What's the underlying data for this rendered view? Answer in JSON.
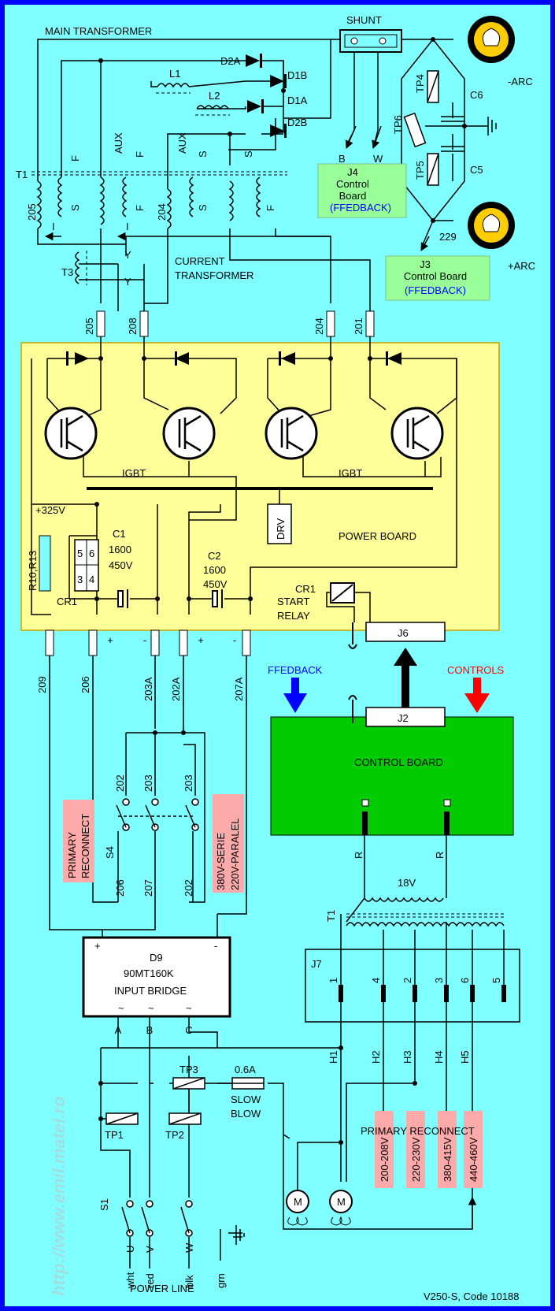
{
  "labels": {
    "main_transformer": "MAIN TRANSFORMER",
    "shunt": "SHUNT",
    "arc_minus": "-ARC",
    "arc_plus": "+ARC",
    "d2a": "D2A",
    "d1b": "D1B",
    "d1a": "D1A",
    "d2b": "D2B",
    "l1": "L1",
    "l2": "L2",
    "aux": "AUX",
    "f": "F",
    "s": "S",
    "t1": "T1",
    "w205": "205",
    "w204": "204",
    "w208": "208",
    "w201": "201",
    "w209": "209",
    "w206": "206",
    "w203a": "203A",
    "w202a": "202A",
    "w207a": "207A",
    "w229": "229",
    "i": "I",
    "y": "Y",
    "t3": "T3",
    "current_transformer_1": "CURRENT",
    "current_transformer_2": "TRANSFORMER",
    "tp4": "TP4",
    "tp5": "TP5",
    "tp6": "TP6",
    "c5": "C5",
    "c6": "C6",
    "b": "B",
    "w": "W",
    "j4": "J4",
    "j3": "J3",
    "control": "Control",
    "board": "Board",
    "control_board_j3": "Control Board",
    "ffedback_paren": "(FFEDBACK)",
    "igbt": "IGBT",
    "drv": "DRV",
    "power_board": "POWER BOARD",
    "plus325": "+325V",
    "r10r13": "R10,R13",
    "cr1": "CR1",
    "c1": "C1",
    "c2": "C2",
    "cap_uf": "1600",
    "cap_v": "450V",
    "relay_pins": [
      "5",
      "6",
      "3",
      "4"
    ],
    "cr1_start": "CR1",
    "start": "START",
    "relay": "RELAY",
    "j6": "J6",
    "j2": "J2",
    "ffedback": "FFEDBACK",
    "controls": "CONTROLS",
    "control_board": "CONTROL BOARD",
    "plus": "+",
    "minus": "-",
    "s4": "S4",
    "sw_top": [
      "202",
      "203",
      "203"
    ],
    "sw_bottom": [
      "206",
      "207",
      "202"
    ],
    "primary_reconnect_1": "PRIMARY",
    "primary_reconnect_2": "RECONNECT",
    "serie": "380V-SERIE",
    "paralel": "220V-PARALEL",
    "r": "R",
    "v18": "18V",
    "t1b": "T1",
    "d9": "D9",
    "bridge_part": "90MT160K",
    "input_bridge": "INPUT BRIDGE",
    "tilde": "~",
    "phase_a": "A",
    "phase_b": "B",
    "phase_c": "C",
    "j7": "J7",
    "j7_pins": [
      "1",
      "4",
      "2",
      "3",
      "6",
      "5"
    ],
    "h": [
      "H1",
      "H2",
      "H3",
      "H4",
      "H5"
    ],
    "tp1": "TP1",
    "tp2": "TP2",
    "tp3": "TP3",
    "fuse_rating": "0.6A",
    "slow": "SLOW",
    "blow": "BLOW",
    "primary_reconnect_full": "PRIMARY RECONNECT",
    "voltages": [
      "200-208V",
      "220-230V",
      "380-415V",
      "440-460V"
    ],
    "s1": "S1",
    "uvw": [
      "U",
      "V",
      "W"
    ],
    "wires": [
      "wht",
      "red",
      "blk",
      "grn"
    ],
    "power_line": "POWER LINE",
    "motor": "M",
    "watermark": "http://www.emil.matei.ro",
    "footer": "V250-S, Code 10188"
  },
  "colors": {
    "background": "#7fffff",
    "border": "#0000ff",
    "power_board": "#ffff99",
    "control_board": "#00cc00",
    "feedback_box": "#99ff99",
    "pink": "#ffaaaa",
    "feedback_blue": "#0000ff",
    "controls_red": "#ff0000"
  }
}
